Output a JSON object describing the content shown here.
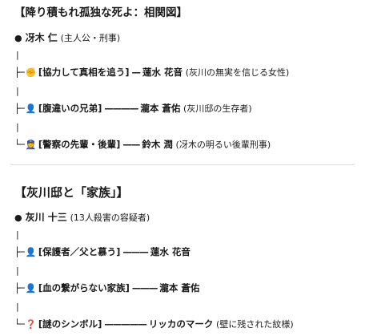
{
  "section1": {
    "title": "【降り積もれ孤独な死よ：相関図】",
    "root": {
      "bullet": "●",
      "name": "冴木 仁",
      "note": "(主人公・刑事)"
    },
    "rows": [
      {
        "connector": "├─",
        "icon": "✊",
        "icon_name": "handshake-icon",
        "icon_color": "#e3b341",
        "label": "[協力して真相を追う]",
        "dash": "—",
        "target": "蓮水 花音",
        "note": "(灰川の無実を信じる女性)"
      },
      {
        "connector": "├─",
        "icon": "👤",
        "icon_name": "person-icon",
        "icon_color": "#d29b3c",
        "label": "[腹違いの兄弟]",
        "dash": "————",
        "target": "瀧本 蒼佑",
        "note": "(灰川邸の生存者)"
      },
      {
        "connector": "└─",
        "icon": "👮",
        "icon_name": "police-officer-icon",
        "icon_color": "#4a6fa5",
        "label": "[警察の先輩・後輩]",
        "dash": "——",
        "target": "鈴木 潤",
        "note": "(冴木の明るい後輩刑事)"
      }
    ]
  },
  "section2": {
    "title": "【灰川邸と「家族」】",
    "root": {
      "bullet": "●",
      "name": "灰川 十三",
      "note": "(13人殺害の容疑者)"
    },
    "rows": [
      {
        "connector": "├─",
        "icon": "👤",
        "icon_name": "person-icon",
        "icon_color": "#d29b3c",
        "label": "[保護者／父と慕う]",
        "dash": "———",
        "target": "蓮水 花音",
        "note": ""
      },
      {
        "connector": "├─",
        "icon": "👤",
        "icon_name": "person-icon",
        "icon_color": "#d29b3c",
        "label": "[血の繋がらない家族]",
        "dash": "———",
        "target": "瀧本 蒼佑",
        "note": ""
      },
      {
        "connector": "└─",
        "icon": "❓",
        "icon_name": "question-mark-icon",
        "icon_color": "#d23c3c",
        "label": "[謎のシンボル]",
        "dash": "—————",
        "target": "リッカのマーク",
        "note": "(壁に残された紋様)"
      }
    ]
  },
  "vertical_bar": "|"
}
